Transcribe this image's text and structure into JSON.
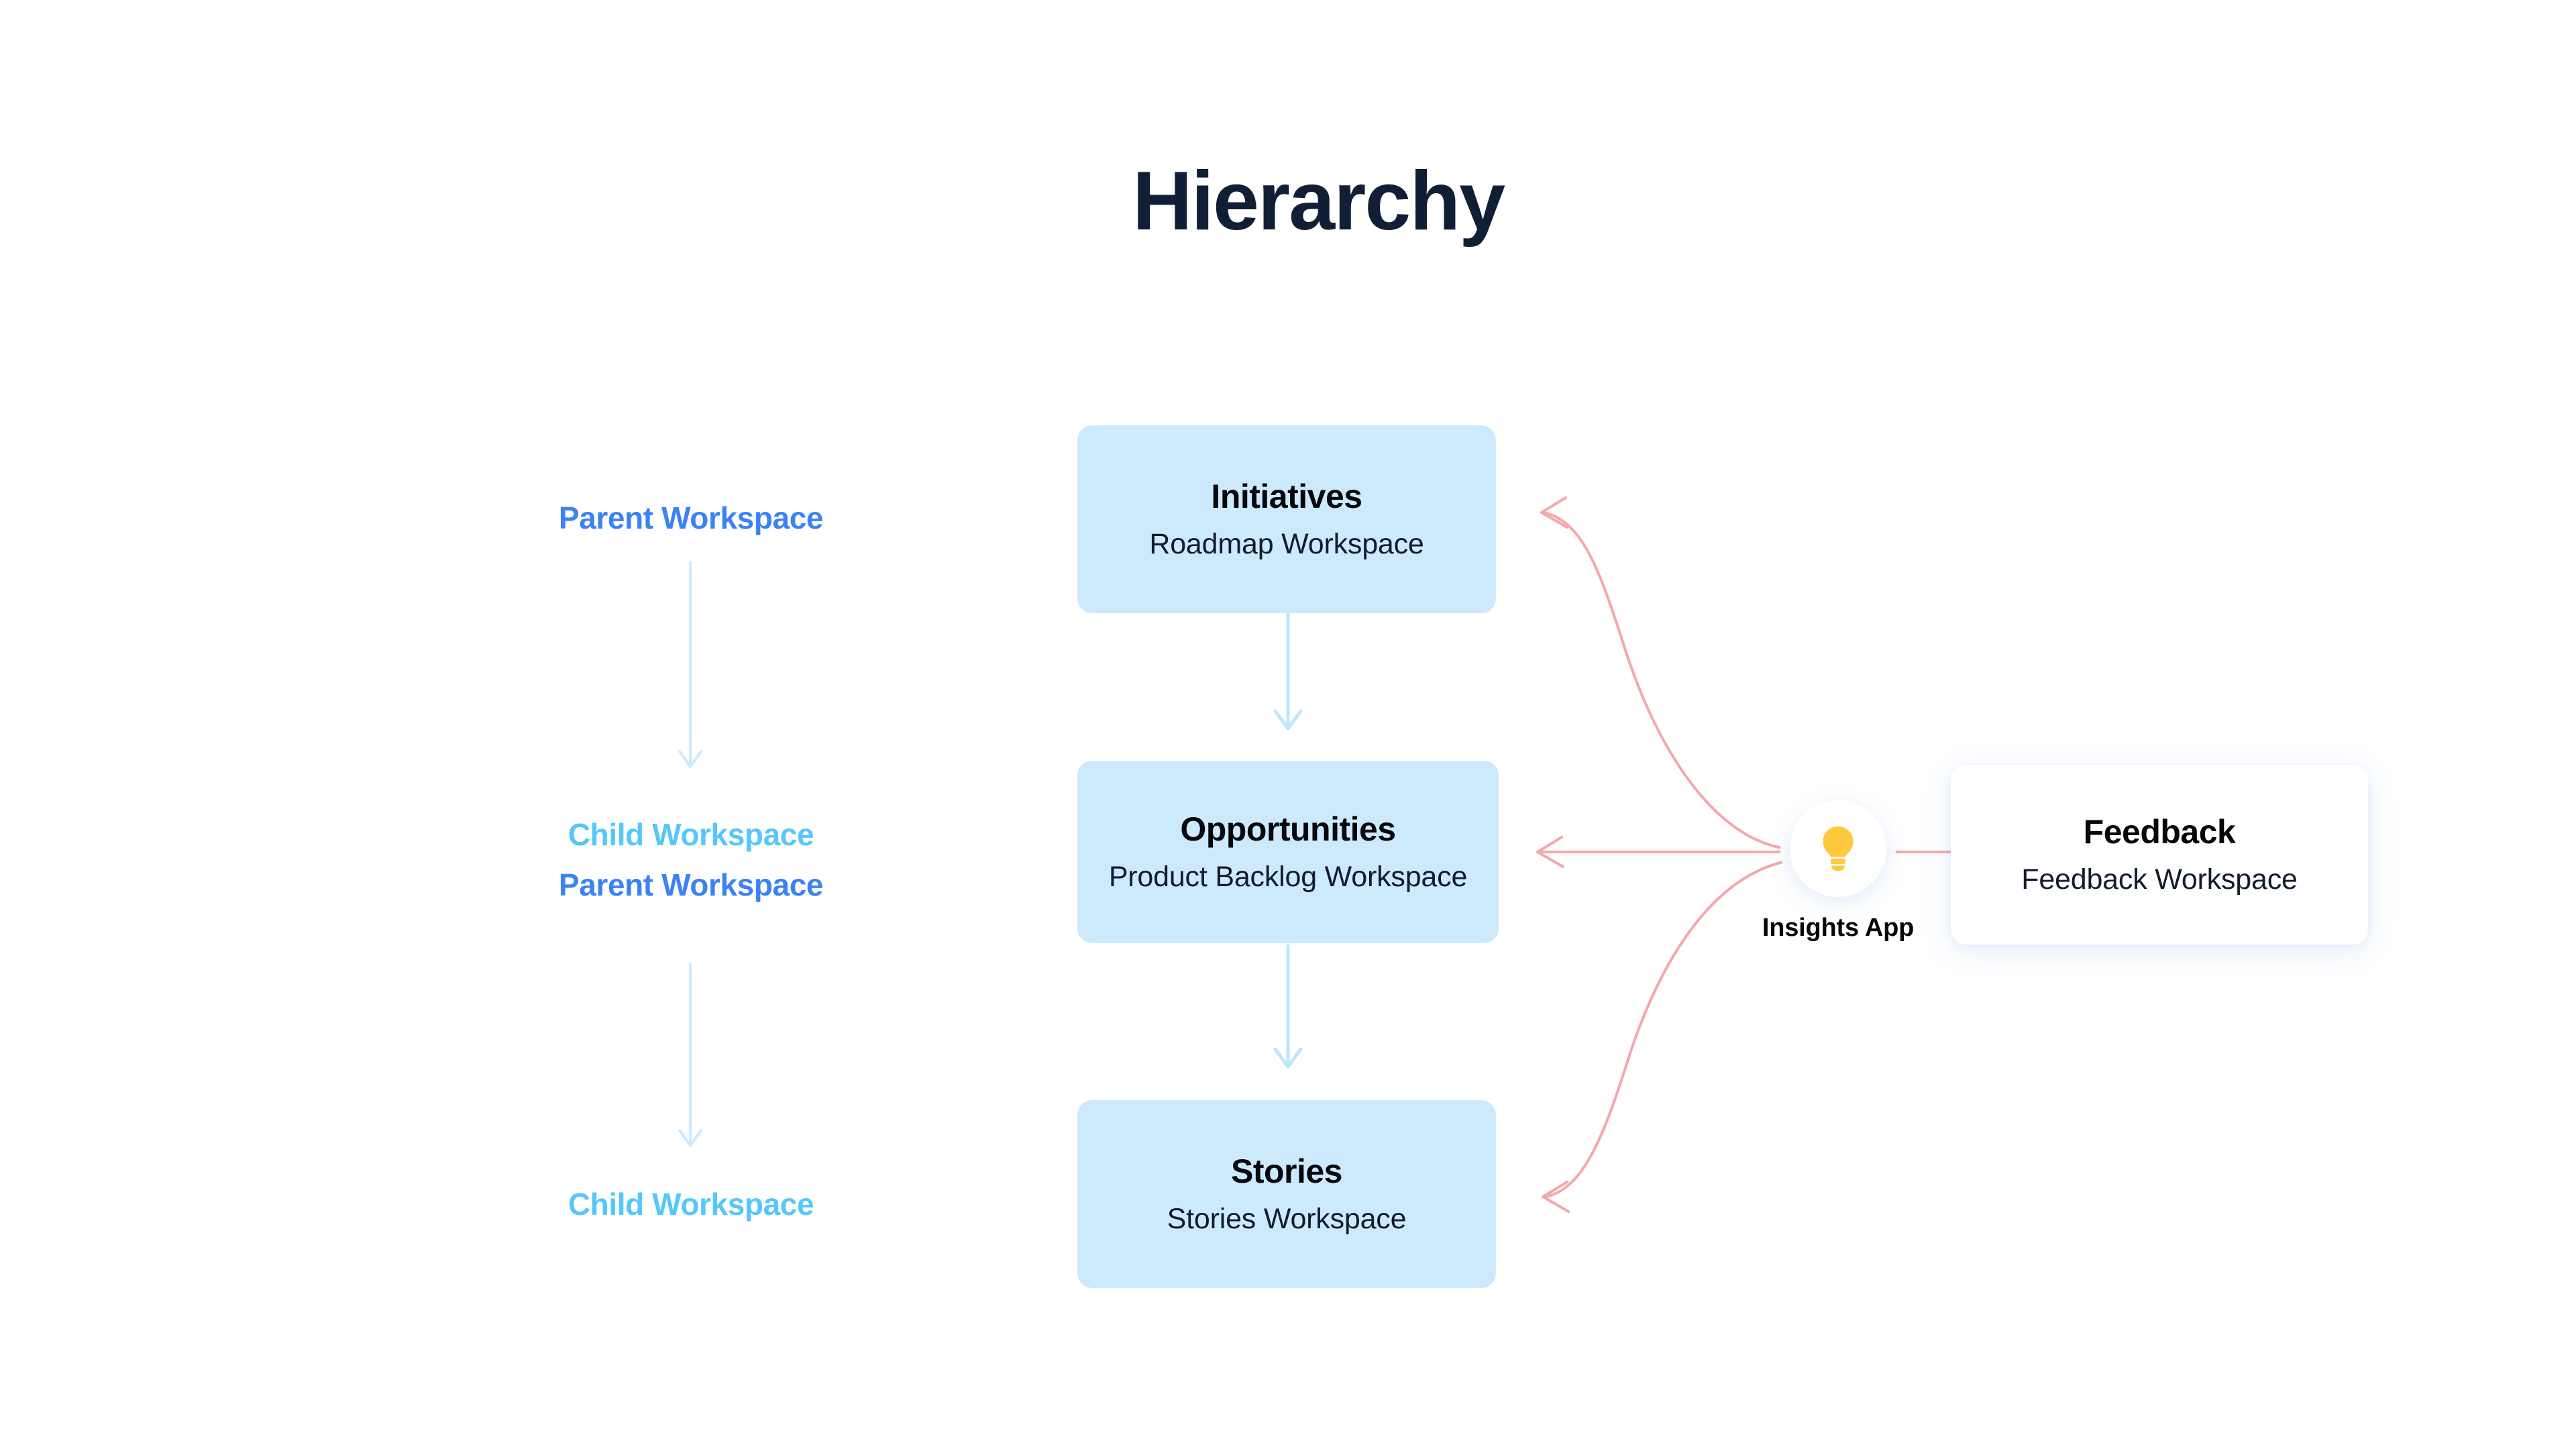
{
  "page": {
    "title": "Hierarchy",
    "background_color": "#ffffff"
  },
  "colors": {
    "title": "#111f36",
    "parent_label": "#3b82f6",
    "child_label": "#56c7fb",
    "card_blue": "#cdeafd",
    "card_white": "#ffffff",
    "hierarchy_arrow": "#cdeafd",
    "insights_arrow": "#f4a7ad",
    "bulb": "#ffc83d"
  },
  "legend": {
    "items": [
      {
        "id": "parent-1",
        "label": "Parent Workspace",
        "level": "parent"
      },
      {
        "id": "child-1",
        "label": "Child Workspace",
        "level": "child"
      },
      {
        "id": "parent-2",
        "label": "Parent Workspace",
        "level": "parent"
      },
      {
        "id": "child-2",
        "label": "Child Workspace",
        "level": "child"
      }
    ]
  },
  "nodes": [
    {
      "id": "initiatives",
      "title": "Initiatives",
      "subtitle": "Roadmap Workspace",
      "style": "blue"
    },
    {
      "id": "opportunities",
      "title": "Opportunities",
      "subtitle": "Product Backlog Workspace",
      "style": "blue"
    },
    {
      "id": "stories",
      "title": "Stories",
      "subtitle": "Stories Workspace",
      "style": "blue"
    },
    {
      "id": "feedback",
      "title": "Feedback",
      "subtitle": "Feedback Workspace",
      "style": "white"
    }
  ],
  "insights": {
    "label": "Insights App",
    "icon": "lightbulb-icon"
  },
  "connections": [
    {
      "from": "initiatives",
      "to": "opportunities",
      "kind": "hierarchy",
      "direction": "down"
    },
    {
      "from": "opportunities",
      "to": "stories",
      "kind": "hierarchy",
      "direction": "down"
    },
    {
      "from": "legend-parent-1",
      "to": "legend-child-1",
      "kind": "hierarchy",
      "direction": "down"
    },
    {
      "from": "legend-parent-2",
      "to": "legend-child-2",
      "kind": "hierarchy",
      "direction": "down"
    },
    {
      "from": "insights",
      "to": "initiatives",
      "kind": "insights",
      "direction": "left"
    },
    {
      "from": "insights",
      "to": "opportunities",
      "kind": "insights",
      "direction": "left"
    },
    {
      "from": "insights",
      "to": "stories",
      "kind": "insights",
      "direction": "left"
    },
    {
      "from": "feedback",
      "to": "insights",
      "kind": "insights",
      "direction": "left"
    }
  ]
}
